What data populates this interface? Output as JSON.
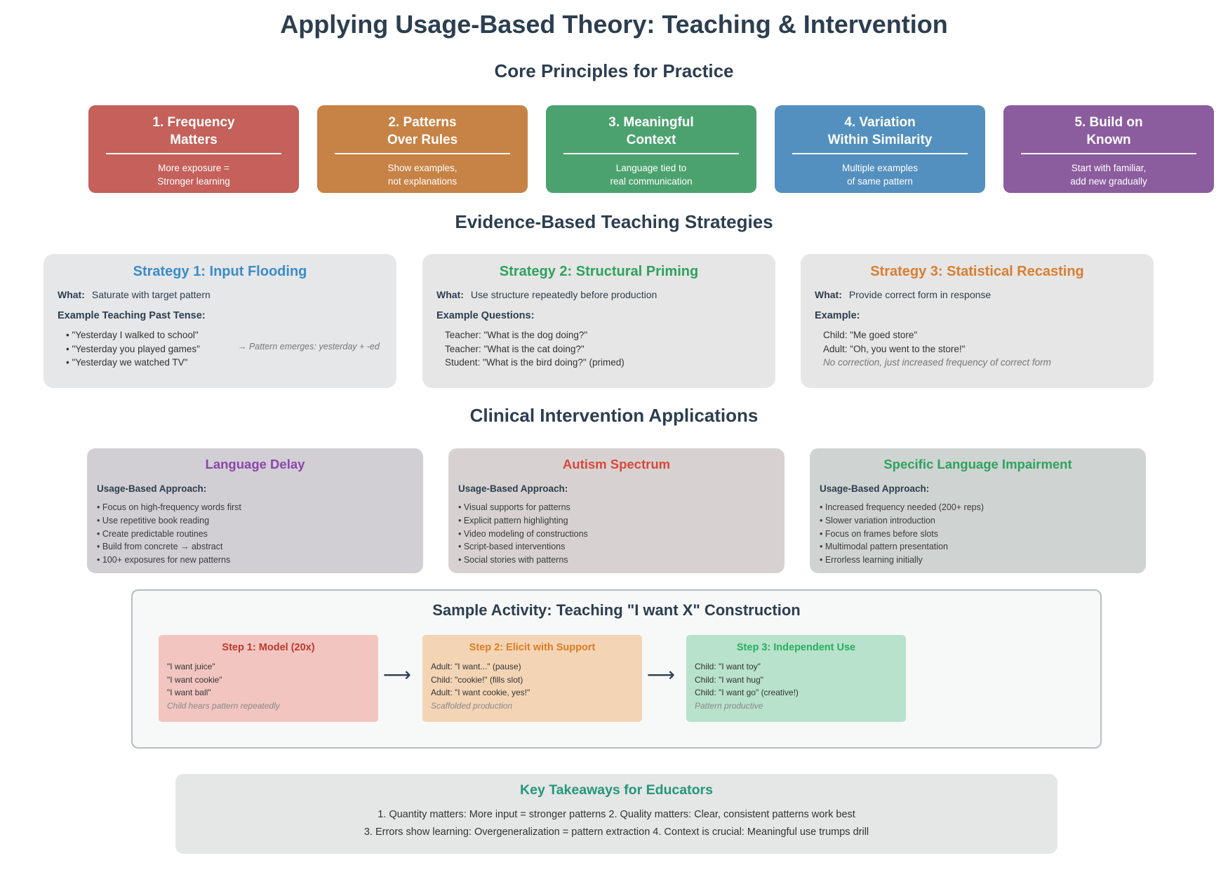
{
  "title": "Applying Usage-Based Theory: Teaching & Intervention",
  "principles_section": {
    "heading": "Core Principles for Practice",
    "items": [
      {
        "title": "1. Frequency\nMatters",
        "desc": "More exposure =\nStronger learning",
        "color": "#c5605a"
      },
      {
        "title": "2. Patterns\nOver Rules",
        "desc": "Show examples,\nnot explanations",
        "color": "#c78245"
      },
      {
        "title": "3. Meaningful\nContext",
        "desc": "Language tied to\nreal communication",
        "color": "#4ca26f"
      },
      {
        "title": "4. Variation\nWithin Similarity",
        "desc": "Multiple examples\nof same pattern",
        "color": "#5390bf"
      },
      {
        "title": "5. Build on\nKnown",
        "desc": "Start with familiar,\nadd new gradually",
        "color": "#8b5c9e"
      }
    ]
  },
  "strategies_section": {
    "heading": "Evidence-Based Teaching Strategies",
    "items": [
      {
        "title": "Strategy 1: Input Flooding",
        "title_color": "#3a8cc9",
        "bg": "#e6e7e9",
        "what_label": "What:",
        "what": "Saturate with target pattern",
        "example_label": "Example Teaching Past Tense:",
        "lines": [
          "• \"Yesterday I walked to school\"",
          "• \"Yesterday you played games\"",
          "• \"Yesterday we watched TV\""
        ],
        "side_note": "→ Pattern emerges: yesterday + -ed"
      },
      {
        "title": "Strategy 2: Structural Priming",
        "title_color": "#2ea25c",
        "bg": "#e6e6e6",
        "what_label": "What:",
        "what": "Use structure repeatedly before production",
        "example_label": "Example Questions:",
        "lines": [
          "Teacher: \"What is the dog doing?\"",
          "Teacher: \"What is the cat doing?\"",
          "Student: \"What is the bird doing?\" (primed)"
        ]
      },
      {
        "title": "Strategy 3: Statistical Recasting",
        "title_color": "#d97e30",
        "bg": "#e7e6e6",
        "what_label": "What:",
        "what": "Provide correct form in response",
        "example_label": "Example:",
        "lines": [
          "Child: \"Me goed store\"",
          "Adult: \"Oh, you went to the store!\""
        ],
        "note": "No correction, just increased frequency of correct form"
      }
    ]
  },
  "clinical_section": {
    "heading": "Clinical Intervention Applications",
    "items": [
      {
        "title": "Language Delay",
        "title_color": "#8e44ad",
        "bg": "#d1cfd4",
        "label": "Usage-Based Approach:",
        "bullets": [
          "• Focus on high-frequency words first",
          "• Use repetitive book reading",
          "• Create predictable routines",
          "• Build from concrete → abstract",
          "• 100+ exposures for new patterns"
        ]
      },
      {
        "title": "Autism Spectrum",
        "title_color": "#d9473b",
        "bg": "#d7d2d1",
        "label": "Usage-Based Approach:",
        "bullets": [
          "• Visual supports for patterns",
          "• Explicit pattern highlighting",
          "• Video modeling of constructions",
          "• Script-based interventions",
          "• Social stories with patterns"
        ]
      },
      {
        "title": "Specific Language Impairment",
        "title_color": "#2ea25c",
        "bg": "#cfd4d2",
        "label": "Usage-Based Approach:",
        "bullets": [
          "• Increased frequency needed (200+ reps)",
          "• Slower variation introduction",
          "• Focus on frames before slots",
          "• Multimodal pattern presentation",
          "• Errorless learning initially"
        ]
      }
    ]
  },
  "activity": {
    "title": "Sample Activity: Teaching \"I want X\" Construction",
    "arrow": "⟶",
    "steps": [
      {
        "title": "Step 1: Model (20x)",
        "title_color": "#c0392b",
        "bg": "#f2c5c1",
        "lines": [
          "\"I want juice\"",
          "\"I want cookie\"",
          "\"I want ball\""
        ],
        "note": "Child hears pattern repeatedly"
      },
      {
        "title": "Step 2: Elicit with Support",
        "title_color": "#e07b22",
        "bg": "#f3d5b6",
        "lines": [
          "Adult: \"I want...\" (pause)",
          "Child: \"cookie!\" (fills slot)",
          "Adult: \"I want cookie, yes!\""
        ],
        "note": "Scaffolded production"
      },
      {
        "title": "Step 3: Independent Use",
        "title_color": "#27ae60",
        "bg": "#b8e2cb",
        "lines": [
          "Child: \"I want toy\"",
          "Child: \"I want hug\"",
          "Child: \"I want go\" (creative!)"
        ],
        "note": "Pattern productive"
      }
    ]
  },
  "takeaways": {
    "title": "Key Takeaways for Educators",
    "line1": "1. Quantity matters: More input = stronger patterns 2. Quality matters: Clear, consistent patterns work best",
    "line2": "3. Errors show learning: Overgeneralization = pattern extraction 4. Context is crucial: Meaningful use trumps drill"
  }
}
